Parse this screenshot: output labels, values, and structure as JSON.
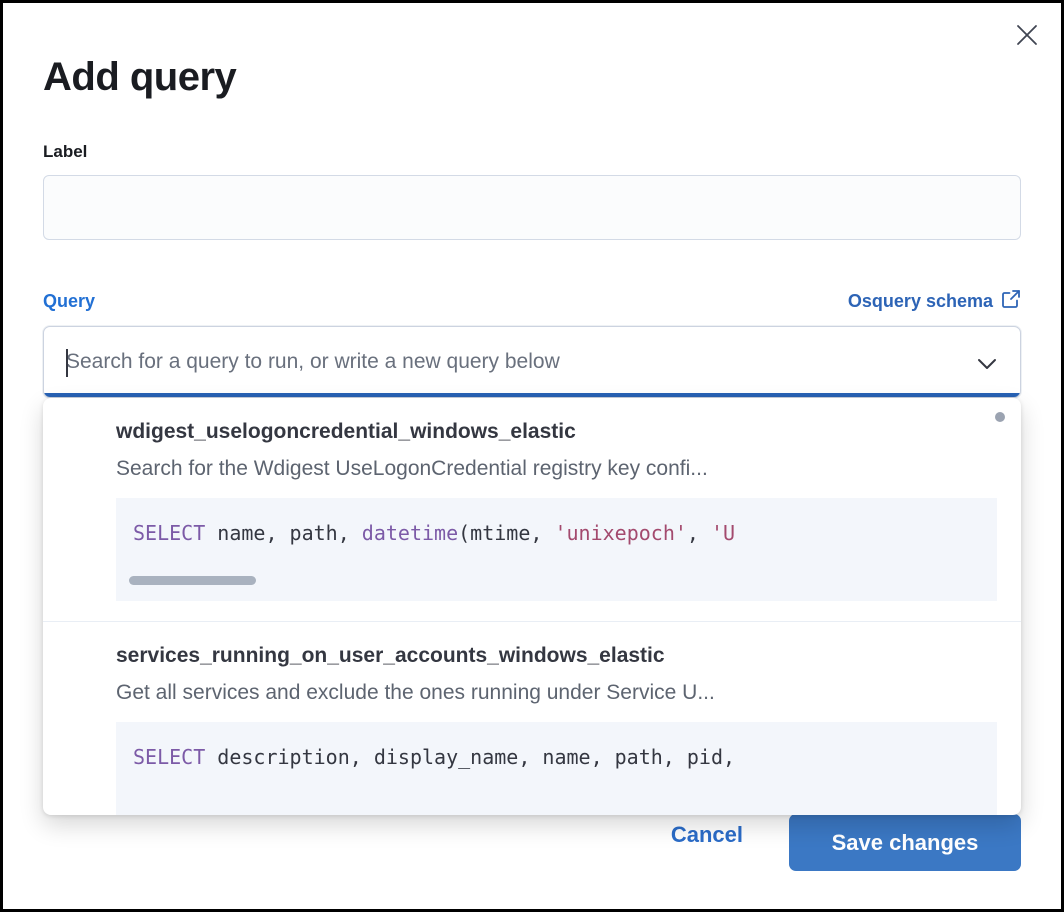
{
  "modal": {
    "title": "Add query"
  },
  "label_field": {
    "label": "Label",
    "value": ""
  },
  "query_field": {
    "label": "Query",
    "schema_link_label": "Osquery schema",
    "placeholder": "Search for a query to run, or write a new query below",
    "value": ""
  },
  "dropdown": {
    "options": [
      {
        "title": "wdigest_uselogoncredential_windows_elastic",
        "description": "Search for the Wdigest UseLogonCredential registry key confi...",
        "code_tokens": [
          {
            "type": "keyword",
            "text": "SELECT"
          },
          {
            "type": "plain",
            "text": " name, path, "
          },
          {
            "type": "keyword",
            "text": "datetime"
          },
          {
            "type": "plain",
            "text": "(mtime, "
          },
          {
            "type": "string",
            "text": "'unixepoch'"
          },
          {
            "type": "plain",
            "text": ", "
          },
          {
            "type": "string",
            "text": "'U"
          }
        ]
      },
      {
        "title": "services_running_on_user_accounts_windows_elastic",
        "description": "Get all services and exclude the ones running under Service U...",
        "code_tokens": [
          {
            "type": "keyword",
            "text": "SELECT"
          },
          {
            "type": "plain",
            "text": " description, display_name, name, path, pid,"
          }
        ]
      }
    ]
  },
  "footer": {
    "cancel_label": "Cancel",
    "save_label": "Save changes"
  },
  "colors": {
    "accent_blue": "#2270d4",
    "link_blue": "#2d64b6",
    "focus_underline": "#2862b5",
    "save_button": "#3b78c4",
    "code_keyword": "#7c5aa7",
    "code_string": "#a34a6e",
    "code_background": "#f3f6fb"
  }
}
